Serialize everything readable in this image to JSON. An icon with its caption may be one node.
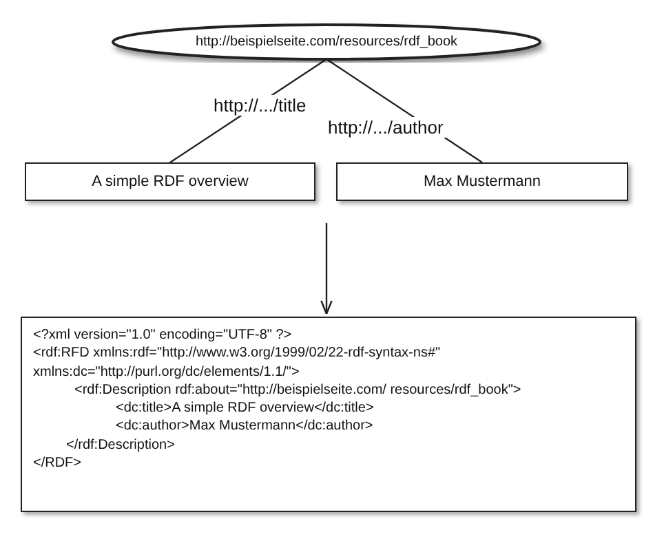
{
  "diagram": {
    "nodes": [
      {
        "text": [
          "http://beispielseite.com/resources/rdf_book"
        ]
      },
      {
        "text": [
          "A simple RDF overview"
        ]
      },
      {
        "text": [
          "Max Mustermann"
        ]
      },
      {
        "text": [
          "<?xml version=\"1.0\" encoding=\"UTF-8\" ?>",
          "<rdf:RFD xmlns:rdf=\"http://www.w3.org/1999/02/22-rdf-syntax-ns#\"",
          "xmlns:dc=\"http://purl.org/dc/elements/1.1/\">",
          "<rdf:Description rdf:about=\"http://beispielseite.com/ resources/rdf_book\">",
          "<dc:title>A simple RDF overview</dc:title>",
          "<dc:author>Max Mustermann</dc:author>",
          "</rdf:Description>",
          "</RDF>"
        ]
      }
    ],
    "edges": [
      {
        "from": 0,
        "to": 1,
        "label": "http://.../title",
        "arrow": "none"
      },
      {
        "from": 0,
        "to": 2,
        "label": "http://.../author",
        "arrow": "none"
      },
      {
        "from": null,
        "to": 3,
        "arrow": "to"
      }
    ]
  }
}
